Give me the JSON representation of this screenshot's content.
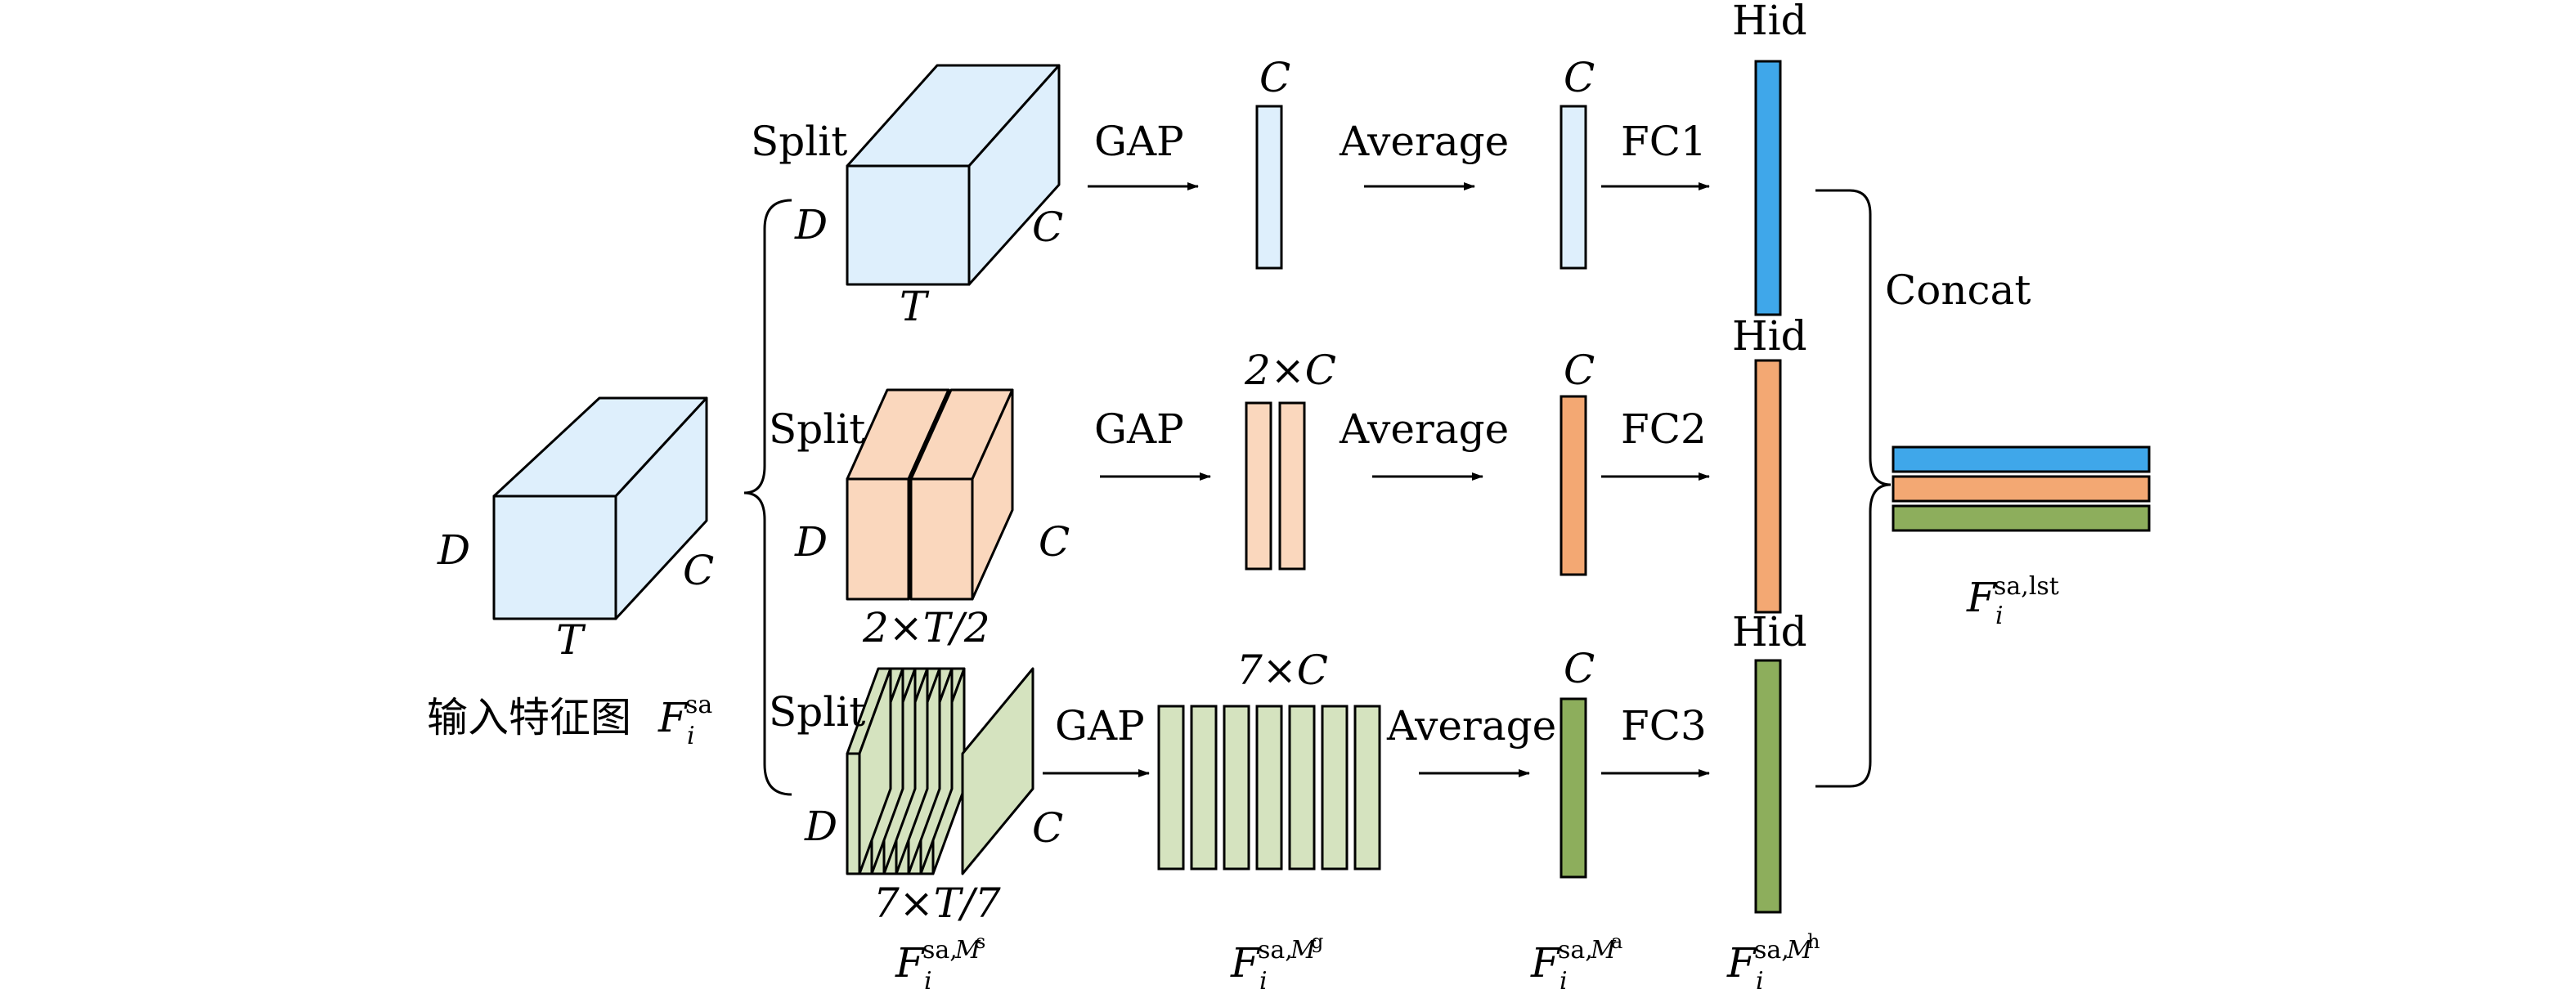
{
  "input": {
    "caption": "输入特征图",
    "sym": "F",
    "sub": "i",
    "sup": "sa",
    "d": "D",
    "c": "C",
    "t": "T"
  },
  "colors": {
    "blue_light": "#deeffc",
    "orange_light": "#fad7bd",
    "green_light": "#d5e3bf",
    "blue_bar": "#3fa7ea",
    "orange_bar": "#f3a873",
    "green_bar": "#8dae5c"
  },
  "rows": [
    {
      "split": "Split",
      "d": "D",
      "c": "C",
      "width_label": "T",
      "gap": "GAP",
      "gap_out_label": "C",
      "average": "Average",
      "avg_out_label": "C",
      "fc": "FC1",
      "hid": "Hid"
    },
    {
      "split": "Split",
      "d": "D",
      "c": "C",
      "width_label": "2×T/2",
      "gap": "GAP",
      "gap_out_label": "2×C",
      "average": "Average",
      "avg_out_label": "C",
      "fc": "FC2",
      "hid": "Hid"
    },
    {
      "split": "Split",
      "d": "D",
      "c": "C",
      "width_label": "7×T/7",
      "gap": "GAP",
      "gap_out_label": "7×C",
      "average": "Average",
      "avg_out_label": "C",
      "fc": "FC3",
      "hid": "Hid"
    }
  ],
  "concat": "Concat",
  "bottom_labels": {
    "split": {
      "sym": "F",
      "sub": "i",
      "sup": "sa,",
      "sup2": "M",
      "sup3": "s"
    },
    "gap": {
      "sym": "F",
      "sub": "i",
      "sup": "sa,",
      "sup2": "M",
      "sup3": "g"
    },
    "avg": {
      "sym": "F",
      "sub": "i",
      "sup": "sa,",
      "sup2": "M",
      "sup3": "a"
    },
    "fc": {
      "sym": "F",
      "sub": "i",
      "sup": "sa,",
      "sup2": "M",
      "sup3": "h"
    }
  },
  "output": {
    "sym": "F",
    "sub": "i",
    "sup": "sa,lst"
  }
}
